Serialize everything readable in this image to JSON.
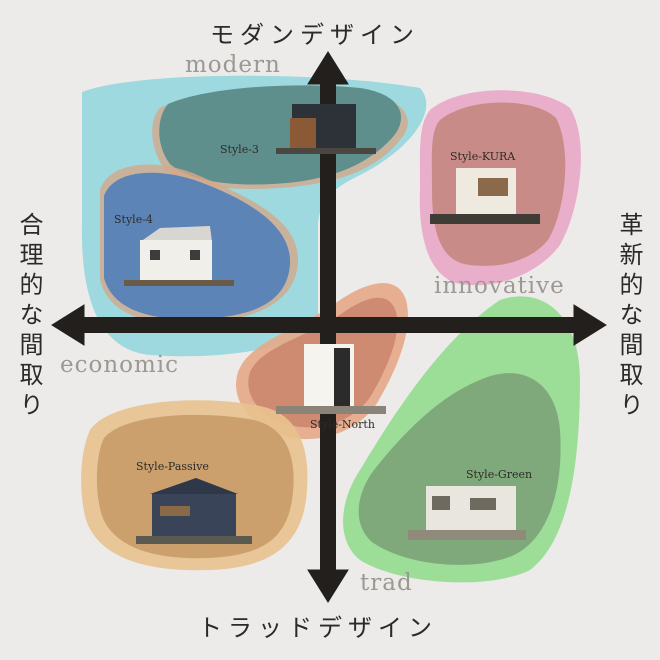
{
  "axes": {
    "top": "モダンデザイン",
    "bottom": "トラッドデザイン",
    "left": "合理的な間取り",
    "right": "革新的な間取り"
  },
  "english": {
    "modern": "modern",
    "trad": "trad",
    "economic": "economic",
    "innovative": "innovative"
  },
  "styles": {
    "style3": "Style-3",
    "style4": "Style-4",
    "kura": "Style-KURA",
    "north": "Style-North",
    "passive": "Style-Passive",
    "green": "Style-Green"
  },
  "colors": {
    "cyan_region": "#8fd6dc",
    "teal": "#5f8f8c",
    "blue": "#5d84b6",
    "pink": "#e9a7c6",
    "rose": "#c98b87",
    "orange": "#e5a888",
    "terracotta": "#cf8a72",
    "tan": "#e8c28e",
    "tan_inner": "#cba06d",
    "green_region": "#93db8f",
    "green_inner": "#7fa97a",
    "axis": "#231f1d"
  }
}
